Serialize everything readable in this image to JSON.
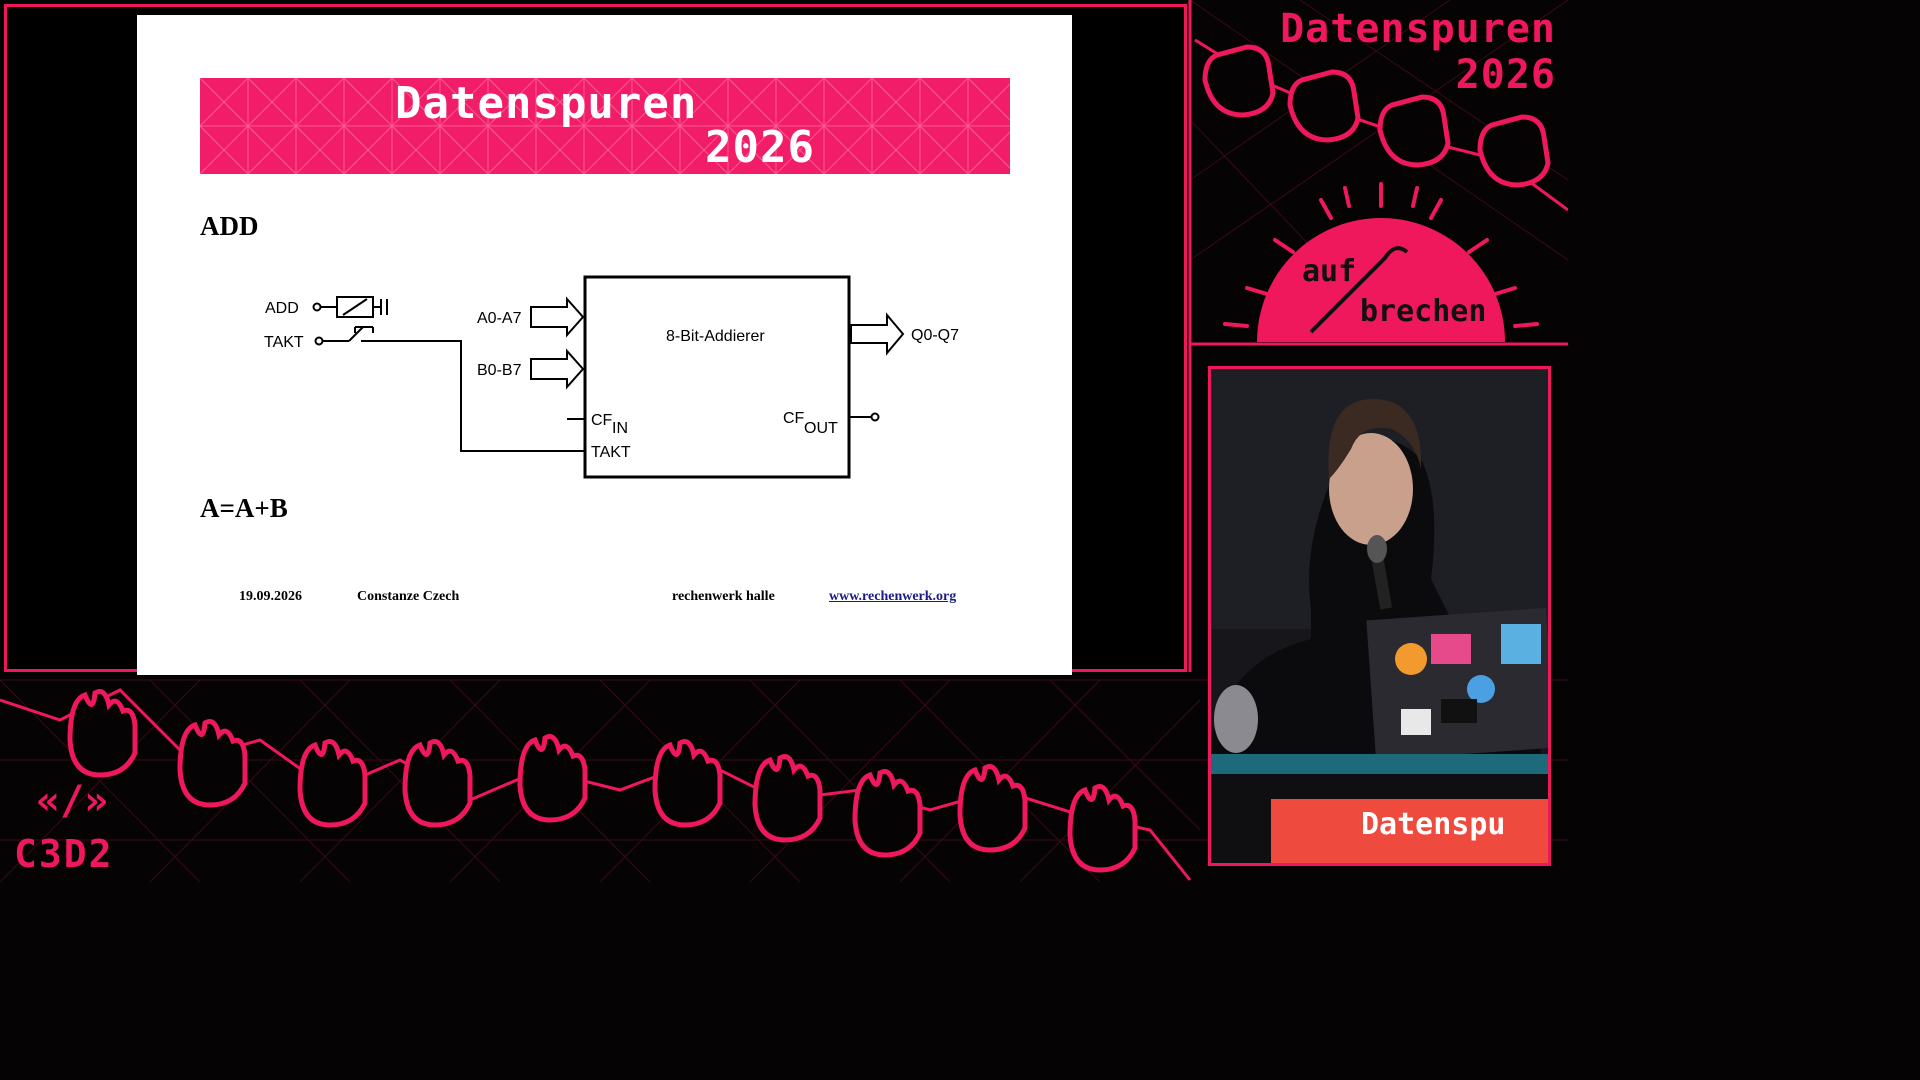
{
  "event": {
    "title_line1": "Datenspuren",
    "title_line2": "2026",
    "motto_line1": "auf",
    "motto_line2": "brechen",
    "logo_symbol": "«/»",
    "logo_text": "C3D2"
  },
  "slide": {
    "banner_line1": "Datenspuren",
    "banner_line2": "2026",
    "heading": "ADD",
    "formula": "A=A+B",
    "circuit": {
      "input_add": "ADD",
      "input_takt": "TAKT",
      "bus_a": "A0-A7",
      "bus_b": "B0-B7",
      "block_label": "8-Bit-Addierer",
      "output": "Q0-Q7",
      "cf_in_main": "CF",
      "cf_in_sub": "IN",
      "cf_out_main": "CF",
      "cf_out_sub": "OUT",
      "takt_pin": "TAKT"
    },
    "footer": {
      "date": "19.09.2026",
      "author": "Constanze Czech",
      "org": "rechenwerk halle",
      "url": "www.rechenwerk.org"
    }
  },
  "camera": {
    "sign_text": "Datenspu"
  },
  "colors": {
    "accent": "#f0185c",
    "banner": "#f21d68",
    "background": "#050304"
  }
}
